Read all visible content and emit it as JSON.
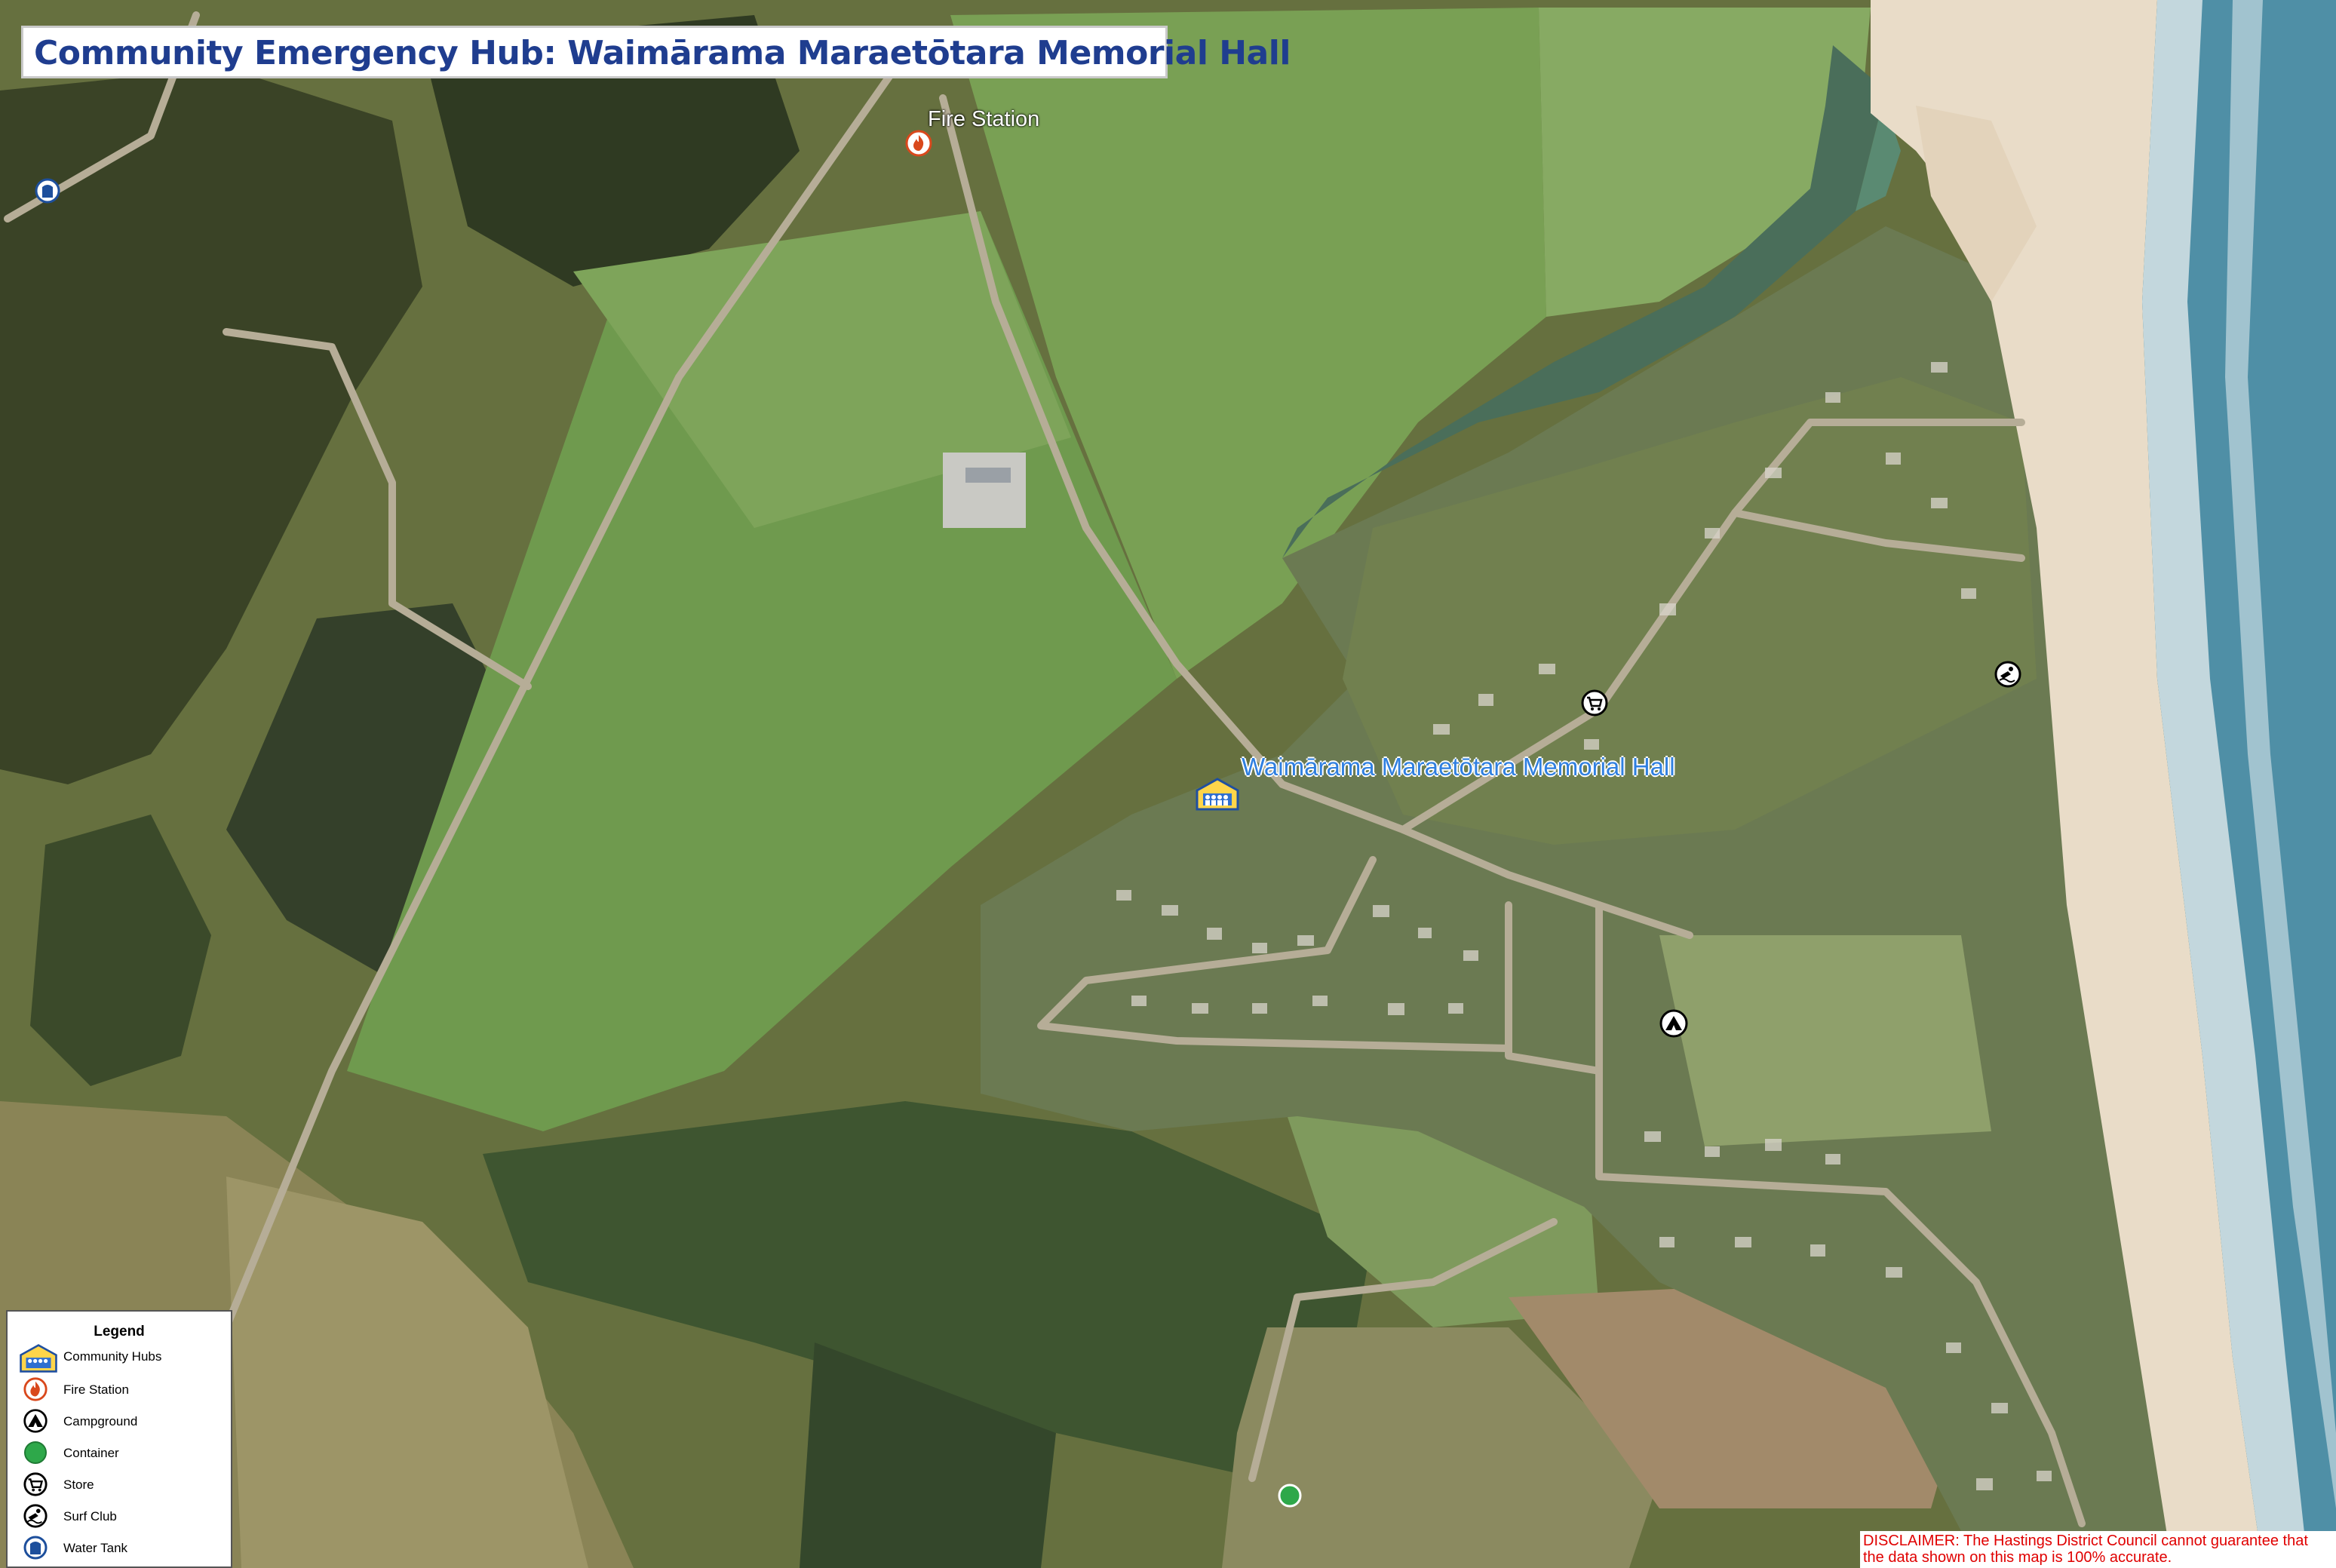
{
  "title": "Community Emergency Hub: Waimārama Maraetōtara Memorial Hall",
  "labels": {
    "fire_station": "Fire Station",
    "memorial_hall": "Waimārama Maraetōtara Memorial Hall"
  },
  "legend": {
    "title": "Legend",
    "items": [
      {
        "icon": "community-hub-icon",
        "label": "Community Hubs"
      },
      {
        "icon": "fire-station-icon",
        "label": "Fire Station"
      },
      {
        "icon": "campground-icon",
        "label": "Campground"
      },
      {
        "icon": "container-icon",
        "label": "Container"
      },
      {
        "icon": "store-icon",
        "label": "Store"
      },
      {
        "icon": "surf-club-icon",
        "label": "Surf Club"
      },
      {
        "icon": "water-tank-icon",
        "label": "Water Tank"
      }
    ]
  },
  "disclaimer": {
    "line1": "DISCLAIMER: The Hastings District Council cannot guarantee that",
    "line2": "the data shown on this map is 100% accurate."
  },
  "colors": {
    "title_text": "#1f3d8f",
    "hall_label": "#2f7fe0",
    "disclaimer_text": "#e00000",
    "fire_icon": "#d9481c",
    "water_tank_icon": "#1d4f9c",
    "container_icon": "#2ea84a",
    "sea": "#4f8fa6",
    "sand": "#e9dcc8"
  }
}
